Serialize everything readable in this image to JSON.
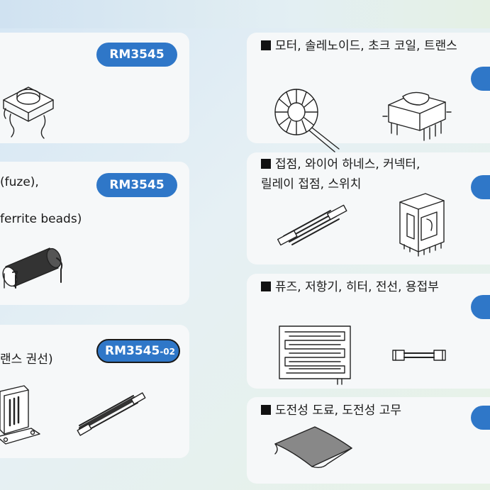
{
  "left_cards": [
    {
      "badge": "RM3545",
      "lines": []
    },
    {
      "badge": "RM3545",
      "lines": [
        "(fuze),",
        "ferrite beads)"
      ]
    },
    {
      "badge": "RM3545",
      "badge_suffix": "-02",
      "lines": [
        "랜스 권선)"
      ]
    }
  ],
  "right_cards": [
    {
      "lines": [
        "모터, 솔레노이드, 초크 코일, 트랜스"
      ]
    },
    {
      "lines": [
        "접점, 와이어 하네스, 커넥터,",
        "릴레이 접점, 스위치"
      ]
    },
    {
      "lines": [
        "퓨즈, 저항기, 히터, 전선, 용접부"
      ]
    },
    {
      "lines": [
        "도전성 도료, 도전성 고무"
      ]
    }
  ],
  "icons": [
    "tactile-switch-icon",
    "fuse-resistor-icon",
    "transformer-icon",
    "wire-harness-icon",
    "toroid-coil-icon",
    "choke-transformer-icon",
    "flat-cable-icon",
    "relay-icon",
    "heater-element-icon",
    "fuse-icon",
    "conductive-rubber-sheet-icon"
  ],
  "colors": {
    "badge_blue": "#2f77c8",
    "card_bg": "#f6f8f9"
  }
}
